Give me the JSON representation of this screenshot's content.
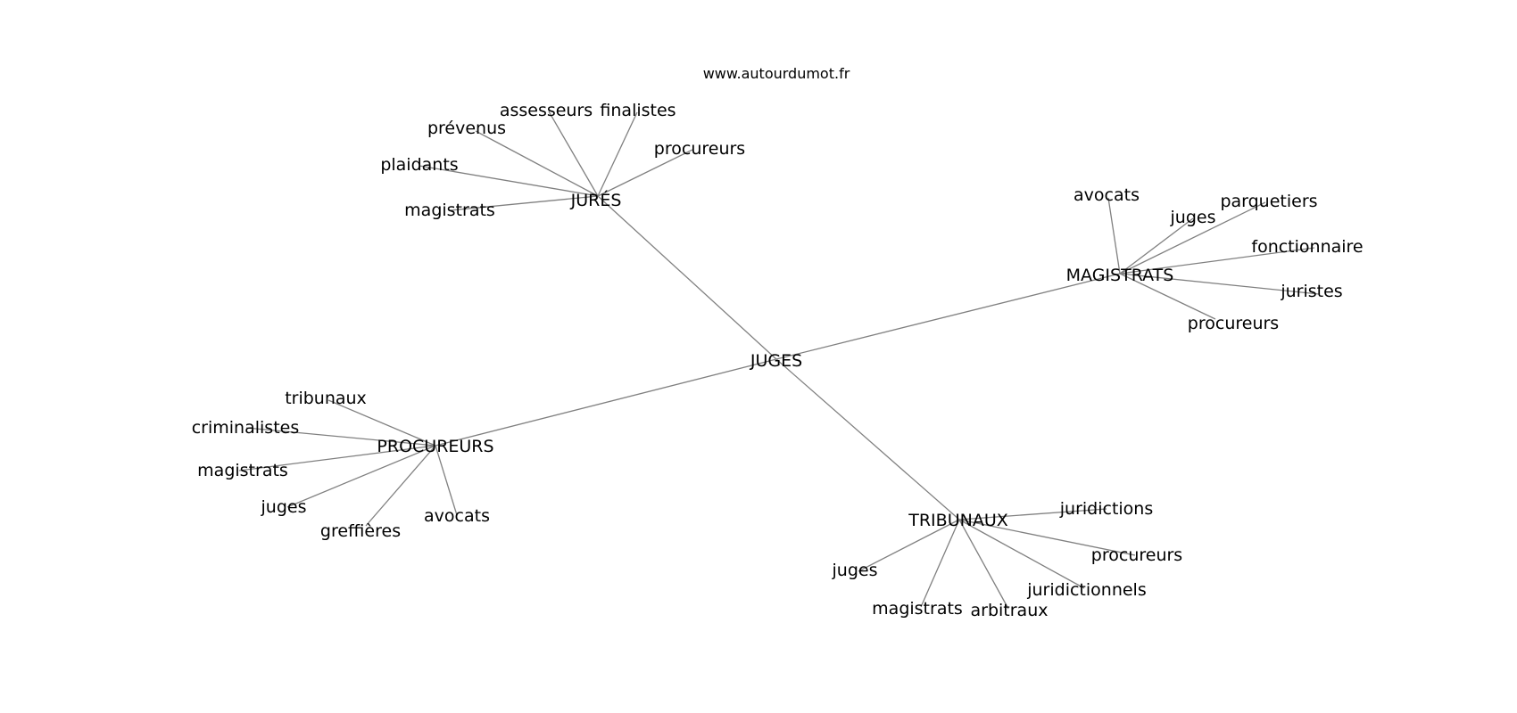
{
  "credit": "www.autourdumot.fr",
  "root": "JUGES",
  "groups": [
    {
      "hub": "JURÉS",
      "words": [
        "assesseurs",
        "finalistes",
        "prévenus",
        "procureurs",
        "plaidants",
        "magistrats"
      ]
    },
    {
      "hub": "MAGISTRATS",
      "words": [
        "avocats",
        "parquetiers",
        "juges",
        "fonctionnaire",
        "juristes",
        "procureurs"
      ]
    },
    {
      "hub": "PROCUREURS",
      "words": [
        "tribunaux",
        "criminalistes",
        "magistrats",
        "juges",
        "greffières",
        "avocats"
      ]
    },
    {
      "hub": "TRIBUNAUX",
      "words": [
        "juridictions",
        "procureurs",
        "juridictionnels",
        "juges",
        "magistrats",
        "arbitraux"
      ]
    }
  ]
}
